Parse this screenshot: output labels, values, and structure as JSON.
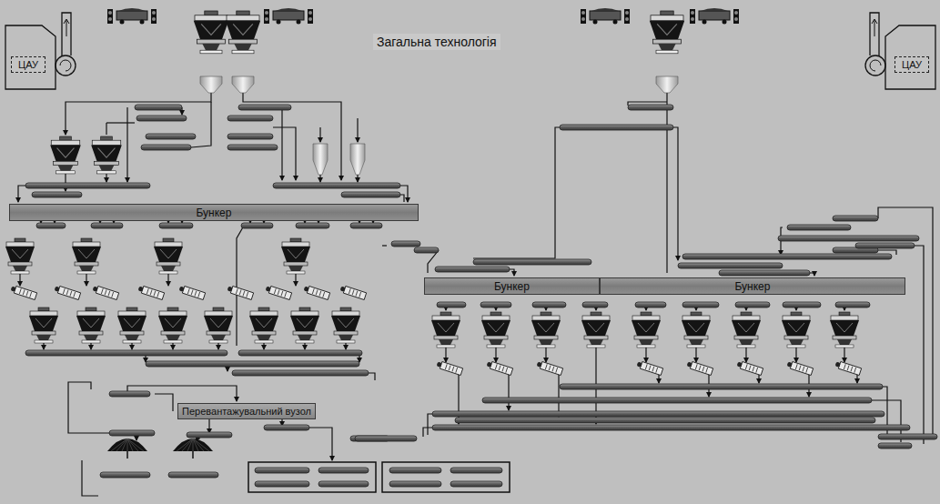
{
  "diagram": {
    "title": "Загальна технологія",
    "nodes": [
      {
        "text": [
          "ЦАУ"
        ]
      },
      {
        "text": [
          "ЦАУ"
        ]
      },
      {
        "text": [
          "Бункер"
        ]
      },
      {
        "text": [
          "Бункер"
        ]
      },
      {
        "text": [
          "Бункер"
        ]
      },
      {
        "text": [
          "Перевантажувальний вузол"
        ]
      }
    ]
  }
}
